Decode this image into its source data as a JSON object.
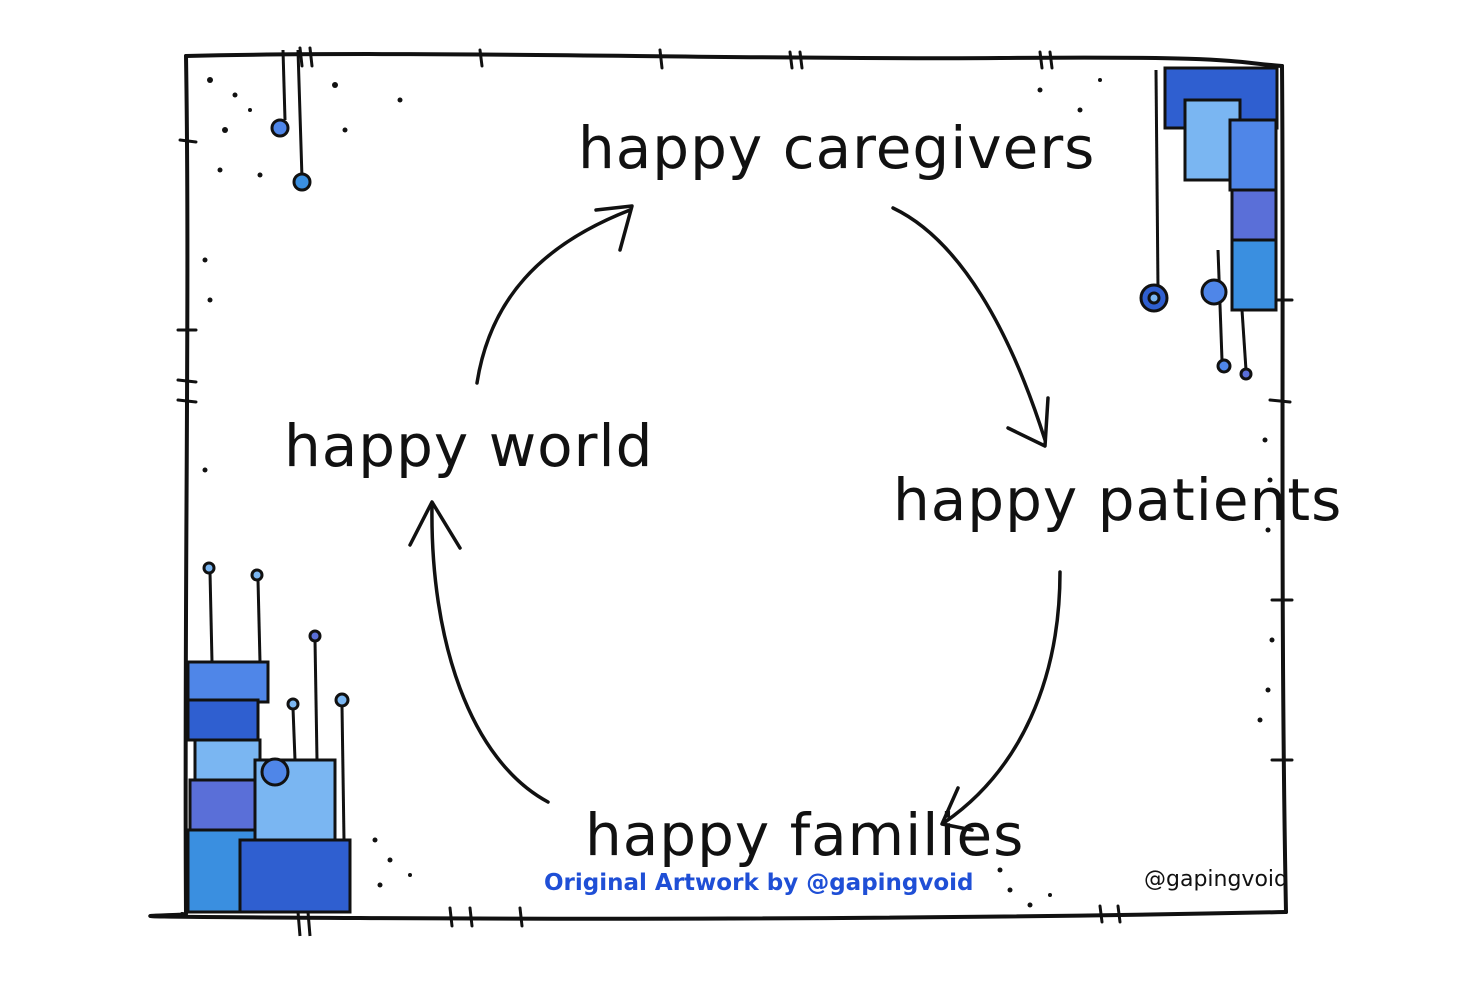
{
  "diagram": {
    "nodes": [
      {
        "id": "caregivers",
        "label": "happy caregivers"
      },
      {
        "id": "patients",
        "label": "happy patients"
      },
      {
        "id": "families",
        "label": "happy families"
      },
      {
        "id": "world",
        "label": "happy world"
      }
    ],
    "edges": [
      {
        "from": "caregivers",
        "to": "patients"
      },
      {
        "from": "patients",
        "to": "families"
      },
      {
        "from": "families",
        "to": "world"
      },
      {
        "from": "world",
        "to": "caregivers"
      }
    ]
  },
  "signature": "@gapingvoid",
  "credit": "Original Artwork by @gapingvoid",
  "colors": {
    "ink": "#111111",
    "credit_blue": "#1f4fd6",
    "deco_blues": [
      "#2f5fd0",
      "#4f86e8",
      "#7ab6f2",
      "#5a6fd8",
      "#3a8fe0"
    ]
  }
}
